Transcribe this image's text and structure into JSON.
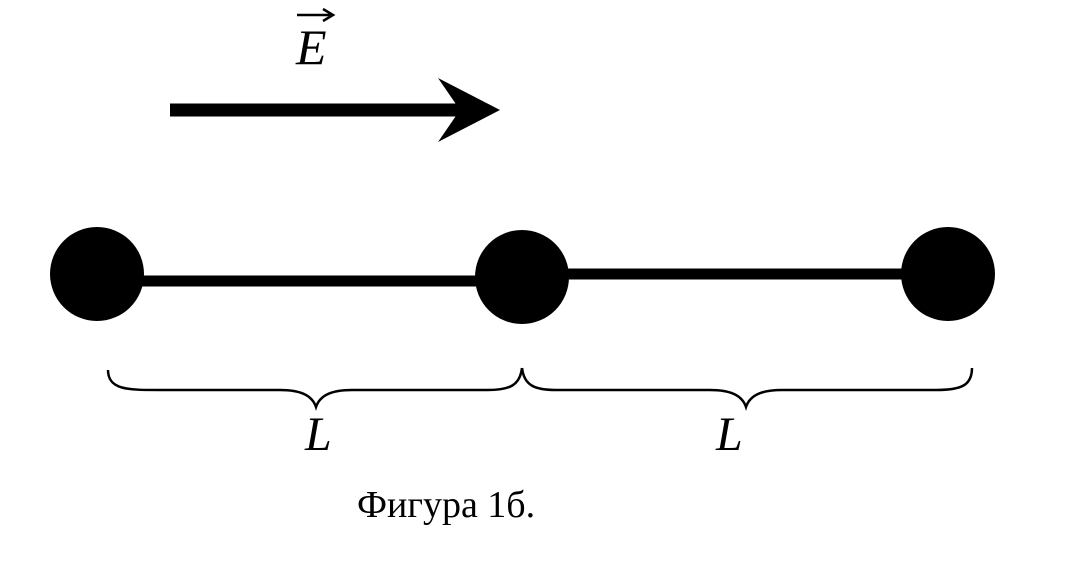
{
  "field": {
    "label": "E"
  },
  "segments": [
    {
      "label": "L"
    },
    {
      "label": "L"
    }
  ],
  "caption": "Фигура 1б.",
  "colors": {
    "ink": "#000000",
    "background": "#ffffff"
  }
}
